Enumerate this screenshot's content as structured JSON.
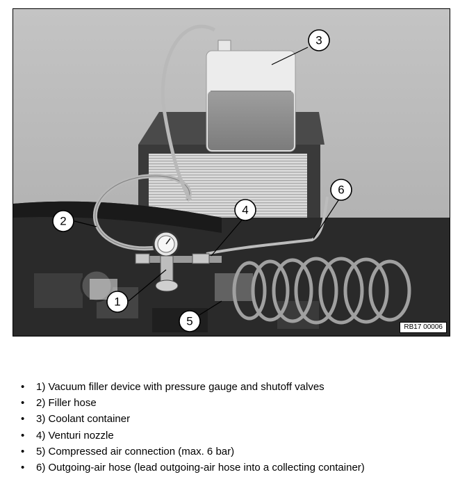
{
  "figure": {
    "reference_code": "RB17 00006",
    "callouts": [
      {
        "number": "1"
      },
      {
        "number": "2"
      },
      {
        "number": "3"
      },
      {
        "number": "4"
      },
      {
        "number": "5"
      },
      {
        "number": "6"
      }
    ]
  },
  "legend": {
    "items": [
      "1) Vacuum filler device with pressure gauge and shutoff valves",
      "2) Filler hose",
      "3) Coolant container",
      "4) Venturi nozzle",
      "5) Compressed air connection (max. 6 bar)",
      "6) Outgoing-air hose (lead outgoing-air hose into a collecting container)"
    ]
  }
}
